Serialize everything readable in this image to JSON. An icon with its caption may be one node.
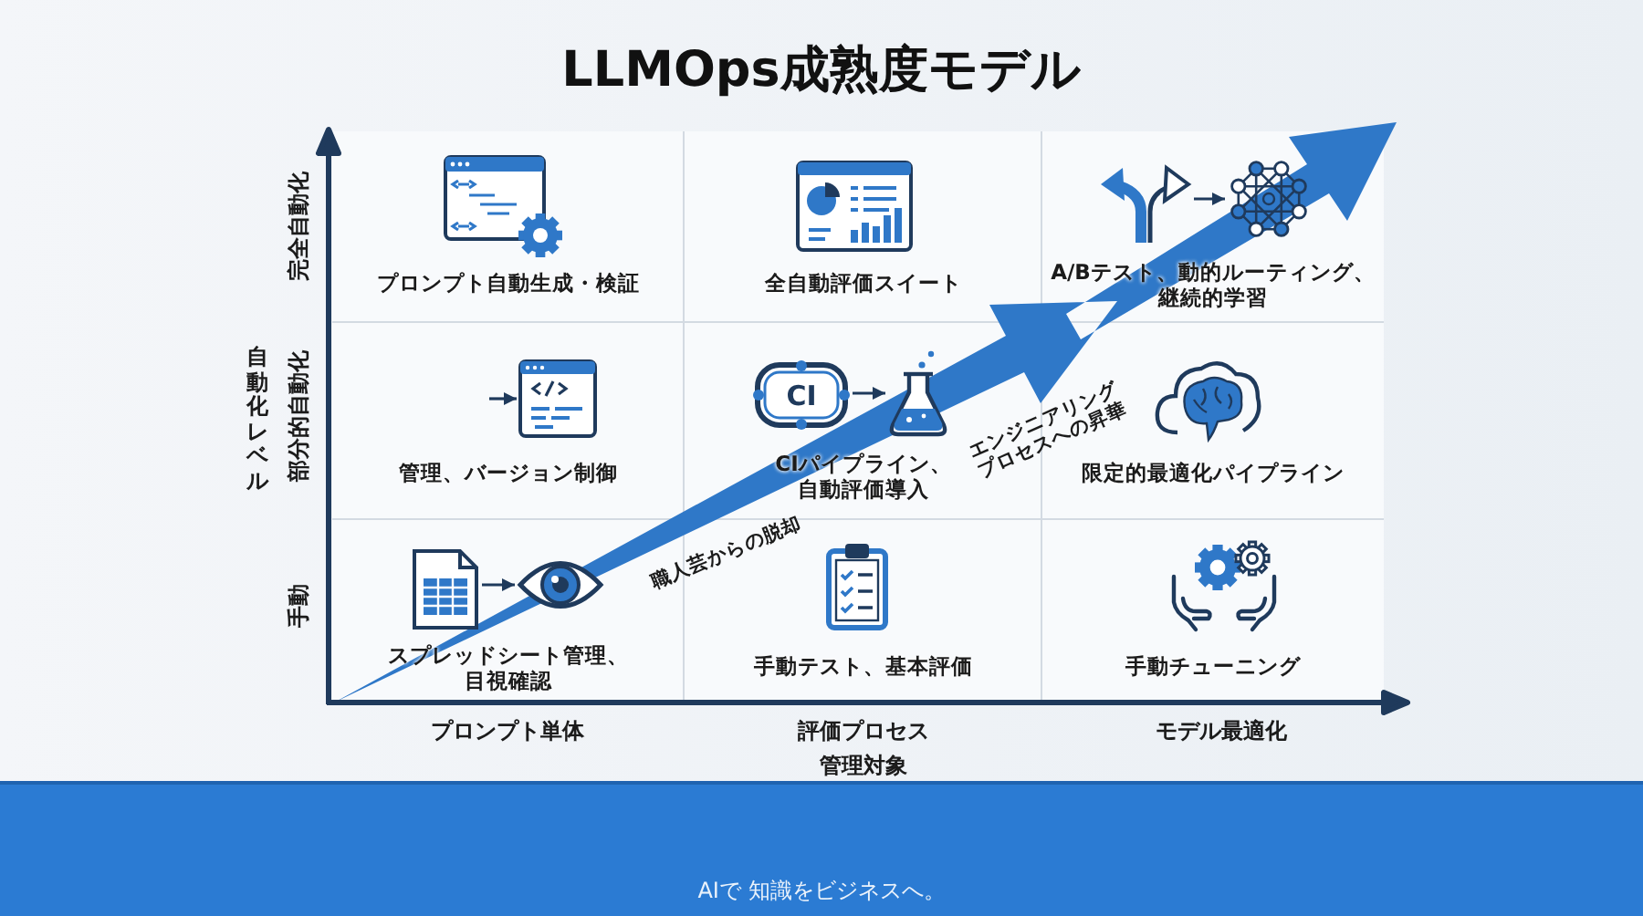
{
  "diagram": {
    "title": "LLMOps成熟度モデル",
    "nodes": [
      {
        "text": [
          "プロンプト自動生成・検証"
        ]
      },
      {
        "text": [
          "全自動評価スイート"
        ]
      },
      {
        "text": [
          "A/Bテスト、動的ルーティング、継続的学習"
        ]
      },
      {
        "text": [],
        "shape": "picture",
        "in": 2
      },
      {
        "text": [],
        "shape": "picture",
        "in": 2
      },
      {
        "text": [
          "管理、バージョン制御"
        ]
      },
      {
        "text": [],
        "shape": "picture",
        "in": 5
      },
      {
        "text": [
          "CIパイプライン、自動評価導入"
        ]
      },
      {
        "text": [
          "CI"
        ],
        "in": 7
      },
      {
        "text": [],
        "shape": "picture",
        "in": 7
      },
      {
        "text": [
          "限定的最適化パイプライン"
        ]
      },
      {
        "text": [
          "スプレッドシート管理、目視確認"
        ]
      },
      {
        "text": [],
        "shape": "picture",
        "in": 11
      },
      {
        "text": [],
        "shape": "picture",
        "in": 11
      },
      {
        "text": [
          "手動テスト、基本評価"
        ]
      },
      {
        "text": [
          "手動チューニング"
        ]
      }
    ],
    "edges": [
      {
        "from": 3,
        "to": 4,
        "arrow": "to"
      },
      {
        "from": null,
        "to": 6,
        "arrow": "to"
      },
      {
        "from": 8,
        "to": 9,
        "arrow": "to"
      },
      {
        "from": 12,
        "to": 13,
        "arrow": "to"
      }
    ],
    "labels": [
      "完全自動化",
      "自動化レベル",
      "部分的自動化",
      "エンジニアリングプロセスへの昇華",
      "職人芸からの脱却",
      "手動",
      "プロンプト単体",
      "評価プロセス",
      "モデル最適化",
      "管理対象",
      "AIで 知識をビジネスへ。"
    ]
  }
}
